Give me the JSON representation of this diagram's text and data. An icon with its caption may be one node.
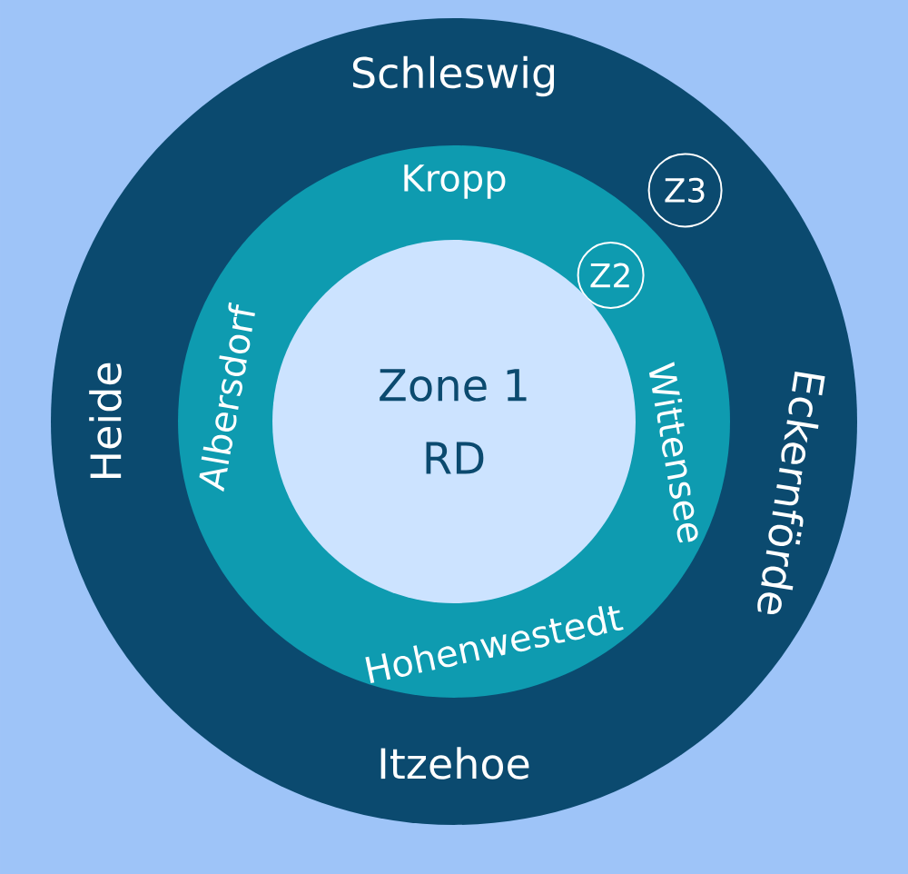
{
  "diagram": {
    "nodes": [
      {
        "text": [
          "Schleswig",
          "Eckernförde",
          "Itzehoe",
          "Heide"
        ]
      },
      {
        "text": [
          "Z3"
        ],
        "in": 0
      },
      {
        "text": [
          "Kropp",
          "Wittensee",
          "Hohenwestedt",
          "Albersdorf"
        ],
        "in": 0
      },
      {
        "text": [
          "Z2"
        ],
        "in": 2
      },
      {
        "text": [
          "Zone 1",
          "RD"
        ],
        "in": 2
      }
    ]
  }
}
